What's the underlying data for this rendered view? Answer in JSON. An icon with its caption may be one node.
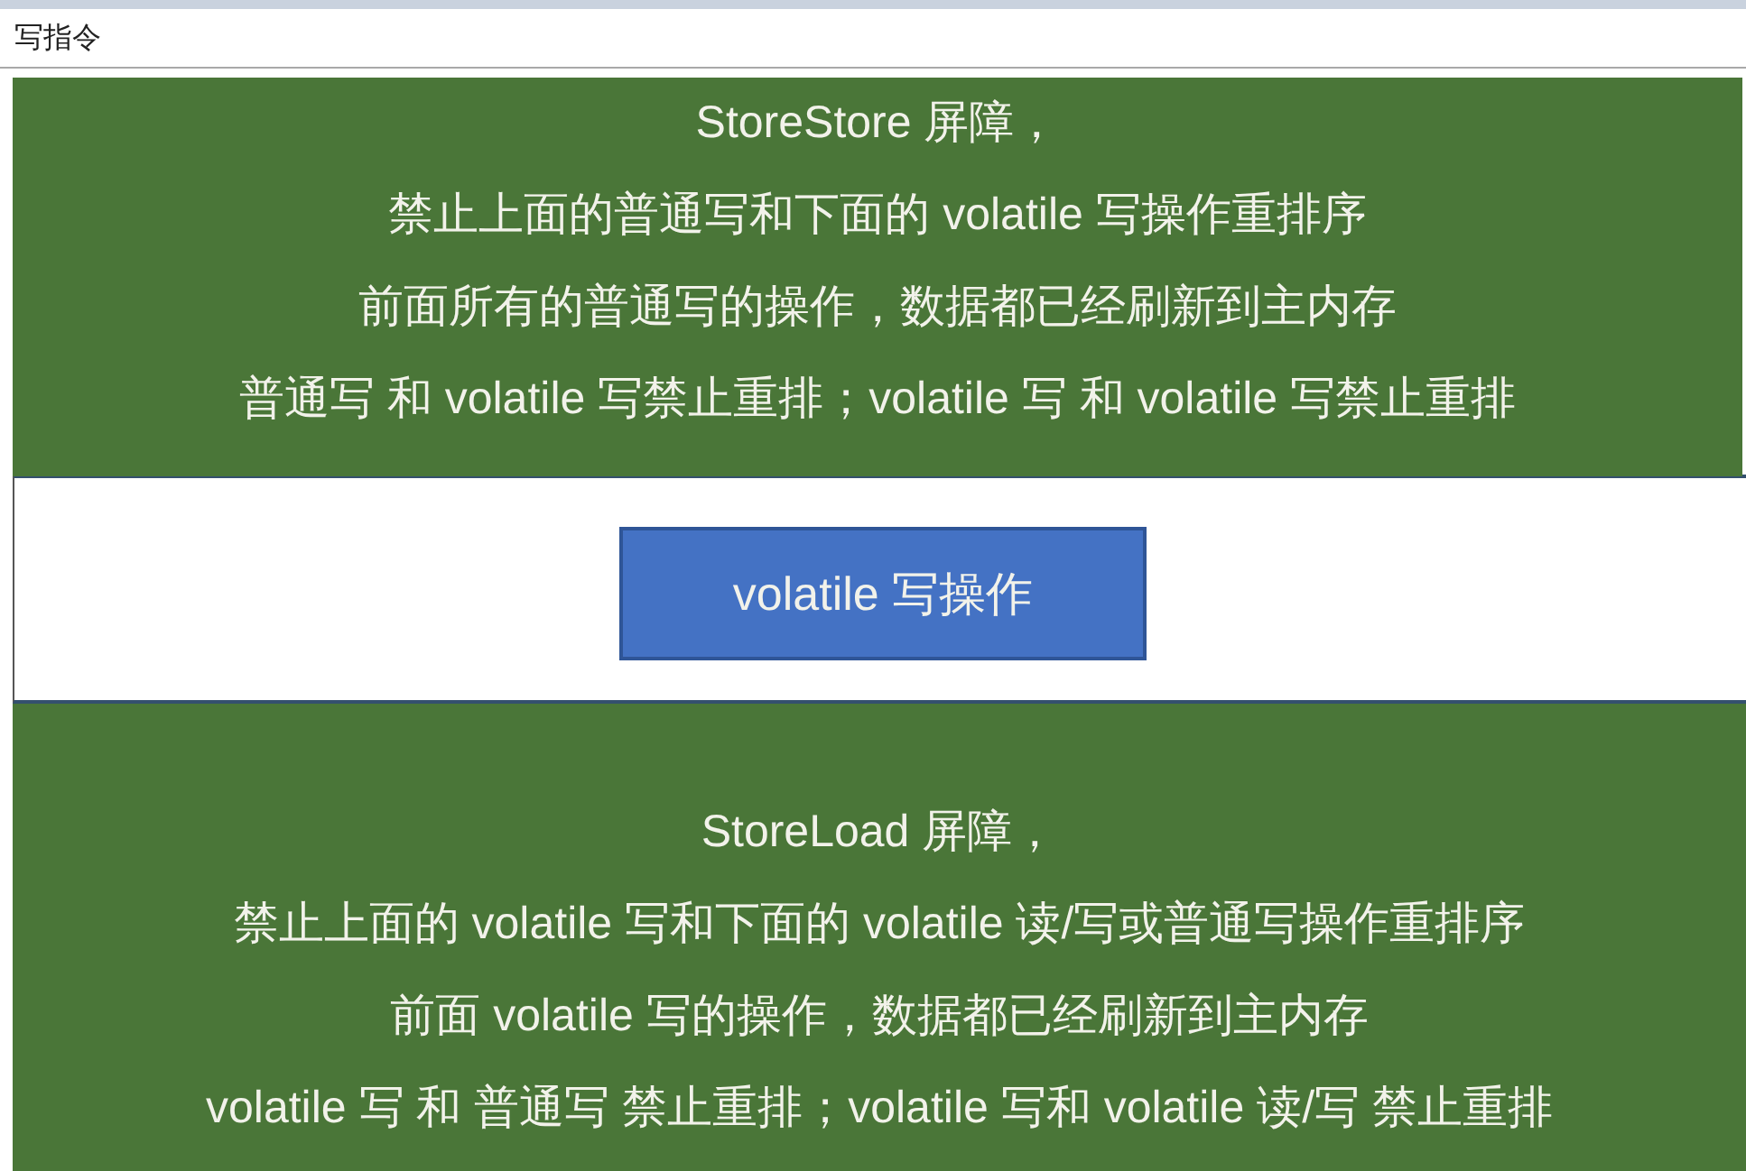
{
  "diagram": {
    "title": "写指令",
    "nodes": [
      {
        "text": [
          "StoreStore 屏障，",
          "禁止上面的普通写和下面的 volatile 写操作重排序",
          "前面所有的普通写的操作，数据都已经刷新到主内存",
          "普通写 和 volatile 写禁止重排；volatile 写 和 volatile 写禁止重排"
        ]
      },
      {
        "text": [
          "volatile 写操作"
        ]
      },
      {
        "text": [
          "StoreLoad 屏障，",
          "禁止上面的 volatile 写和下面的 volatile 读/写或普通写操作重排序",
          "前面 volatile 写的操作，数据都已经刷新到主内存",
          "volatile 写 和 普通写 禁止重排；volatile 写和 volatile 读/写 禁止重排"
        ]
      }
    ]
  }
}
